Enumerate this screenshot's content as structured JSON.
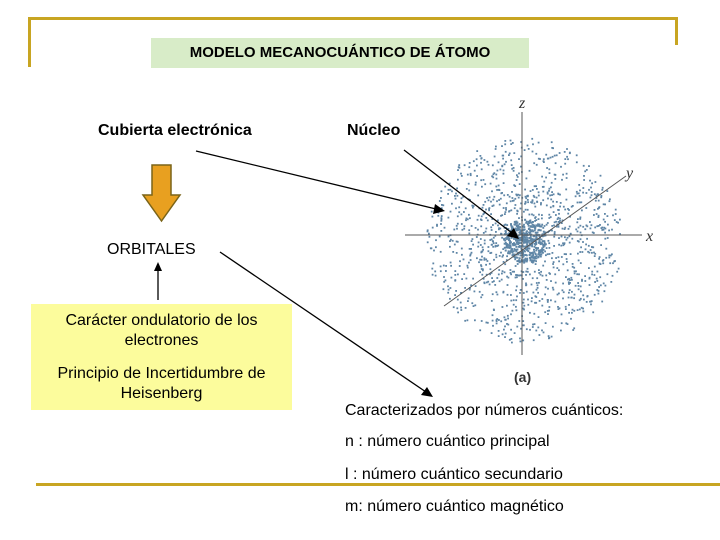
{
  "title": "MODELO MECANOCUÁNTICO DE ÁTOMO",
  "labels": {
    "cubierta": "Cubierta electrónica",
    "nucleo": "Núcleo",
    "orbitales": "ORBITALES"
  },
  "box": {
    "line1a": "Carácter ondulatorio de los",
    "line1b": "electrones",
    "line2a": "Principio de Incertidumbre de",
    "line2b": "Heisenberg"
  },
  "figure": {
    "axis_z": "z",
    "axis_y": "y",
    "axis_x": "x",
    "caption": "(a)"
  },
  "quantum": {
    "heading": "Caracterizados por números cuánticos:",
    "n": "n : número cuántico principal",
    "l": "l : número cuántico secundario",
    "m": "m: número cuántico magnético"
  },
  "colors": {
    "frame": "#c8a522",
    "title_bg": "#d8ecc8",
    "box_bg": "#fcfc9c",
    "arrow_fill": "#e8a020",
    "dots": "#5f86a6"
  }
}
